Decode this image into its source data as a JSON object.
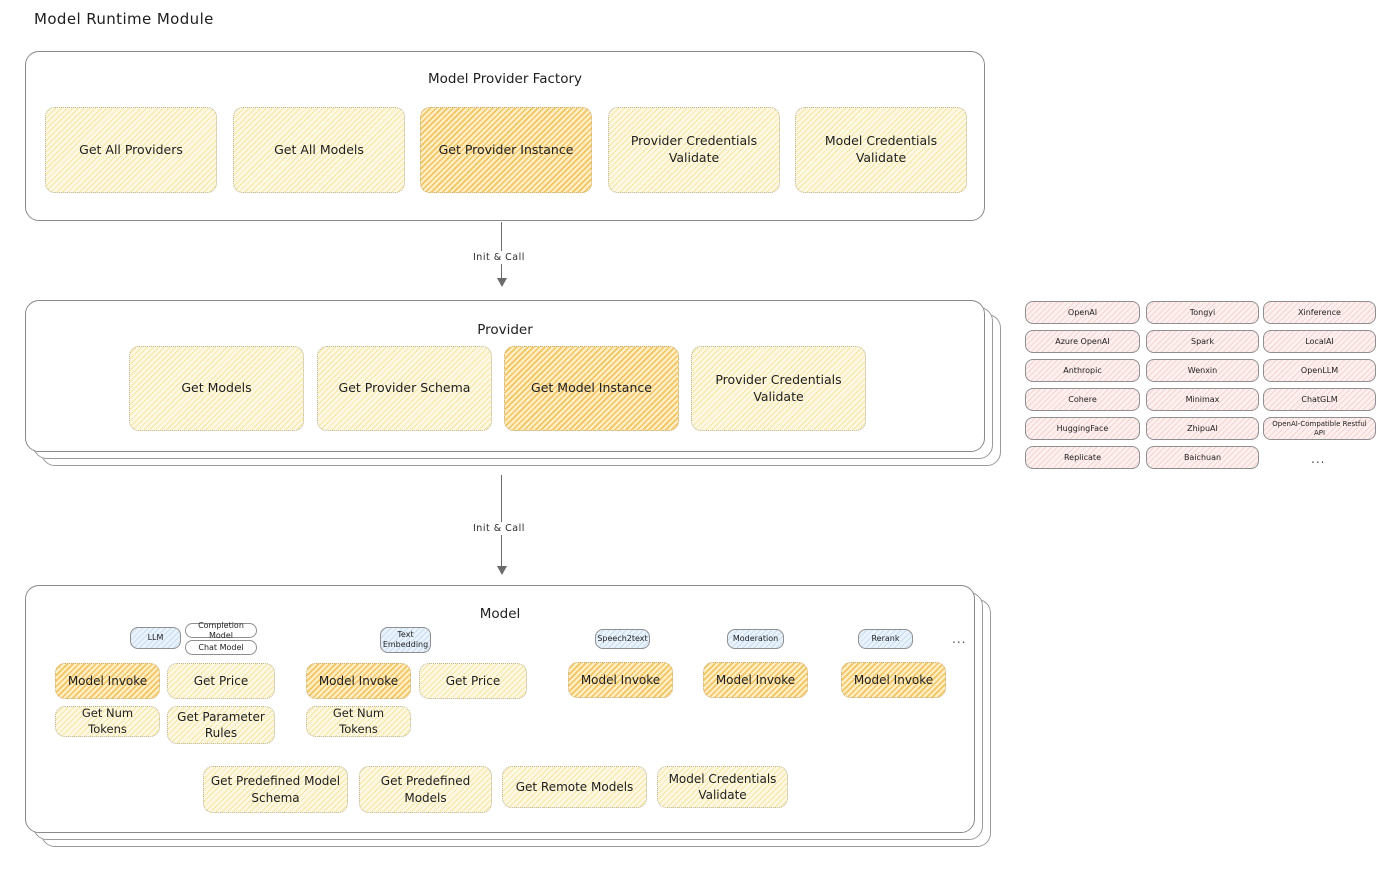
{
  "page_title": "Model Runtime Module",
  "sections": {
    "factory": {
      "title": "Model Provider Factory",
      "nodes": [
        {
          "label": "Get All Providers",
          "highlight": false
        },
        {
          "label": "Get All Models",
          "highlight": false
        },
        {
          "label": "Get Provider Instance",
          "highlight": true
        },
        {
          "label": "Provider Credentials Validate",
          "highlight": false
        },
        {
          "label": "Model Credentials Validate",
          "highlight": false
        }
      ]
    },
    "provider": {
      "title": "Provider",
      "nodes": [
        {
          "label": "Get Models",
          "highlight": false
        },
        {
          "label": "Get Provider Schema",
          "highlight": false
        },
        {
          "label": "Get Model Instance",
          "highlight": true
        },
        {
          "label": "Provider Credentials Validate",
          "highlight": false
        }
      ]
    },
    "model": {
      "title": "Model",
      "types": [
        {
          "name": "LLM",
          "subtypes": [
            "Completion Model",
            "Chat Model"
          ],
          "nodes": [
            {
              "label": "Model Invoke",
              "highlight": true
            },
            {
              "label": "Get Price",
              "highlight": false
            },
            {
              "label": "Get Num Tokens",
              "highlight": false
            },
            {
              "label": "Get Parameter Rules",
              "highlight": false
            }
          ]
        },
        {
          "name": "Text Embedding",
          "subtypes": [],
          "nodes": [
            {
              "label": "Model Invoke",
              "highlight": true
            },
            {
              "label": "Get Price",
              "highlight": false
            },
            {
              "label": "Get Num Tokens",
              "highlight": false
            }
          ]
        },
        {
          "name": "Speech2text",
          "subtypes": [],
          "nodes": [
            {
              "label": "Model Invoke",
              "highlight": true
            }
          ]
        },
        {
          "name": "Moderation",
          "subtypes": [],
          "nodes": [
            {
              "label": "Model Invoke",
              "highlight": true
            }
          ]
        },
        {
          "name": "Rerank",
          "subtypes": [],
          "nodes": [
            {
              "label": "Model Invoke",
              "highlight": true
            }
          ]
        }
      ],
      "types_more": "...",
      "common_nodes": [
        {
          "label": "Get Predefined Model Schema"
        },
        {
          "label": "Get Predefined Models"
        },
        {
          "label": "Get Remote Models"
        },
        {
          "label": "Model Credentials Validate"
        }
      ]
    }
  },
  "connectors": [
    {
      "label": "Init & Call"
    },
    {
      "label": "Init & Call"
    }
  ],
  "provider_list": {
    "columns": [
      [
        "OpenAI",
        "Azure OpenAI",
        "Anthropic",
        "Cohere",
        "HuggingFace",
        "Replicate"
      ],
      [
        "Tongyi",
        "Spark",
        "Wenxin",
        "Minimax",
        "ZhipuAI",
        "Baichuan"
      ],
      [
        "Xinference",
        "LocalAI",
        "OpenLLM",
        "ChatGLM",
        "OpenAI-Compatible Restful API"
      ]
    ],
    "more": "..."
  },
  "colors": {
    "highlight_fill": "#f0b846",
    "light_fill": "#f3d66c",
    "provider_fill": "#e9a9a9",
    "type_chip_fill": "#96bee2",
    "panel_border": "#8a8a8a",
    "text": "#1e1e1e"
  }
}
